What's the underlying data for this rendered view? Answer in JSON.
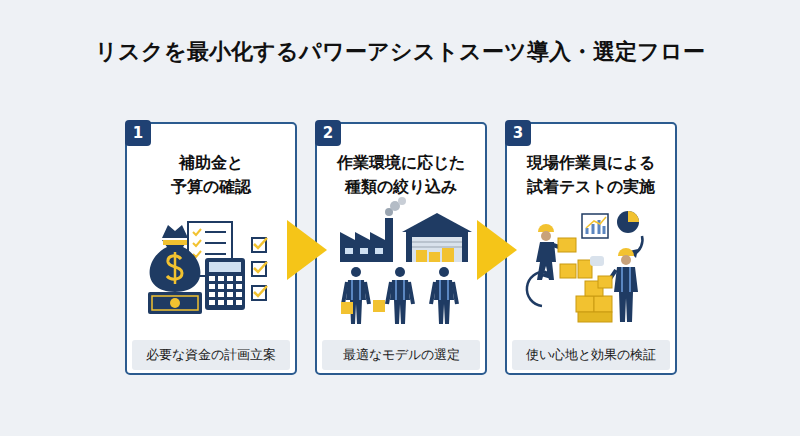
{
  "diagram": {
    "title": "リスクを最小化するパワーアシストスーツ導入・選定フロー",
    "nodes": [
      {
        "text": [
          "1",
          "補助金と予算の確認"
        ]
      },
      {
        "text": [
          "必要な資金の計画立案"
        ],
        "in": 0
      },
      {
        "text": [
          "2",
          "作業環境に応じた種類の絞り込み"
        ]
      },
      {
        "text": [
          "最適なモデルの選定"
        ],
        "in": 2
      },
      {
        "text": [
          "3",
          "現場作業員による試着テストの実施"
        ]
      },
      {
        "text": [
          "使い心地と効果の検証"
        ],
        "in": 4
      }
    ],
    "edges": [
      {
        "from": 0,
        "to": 2,
        "arrow": "to"
      },
      {
        "from": 2,
        "to": 4,
        "arrow": "to"
      }
    ]
  }
}
